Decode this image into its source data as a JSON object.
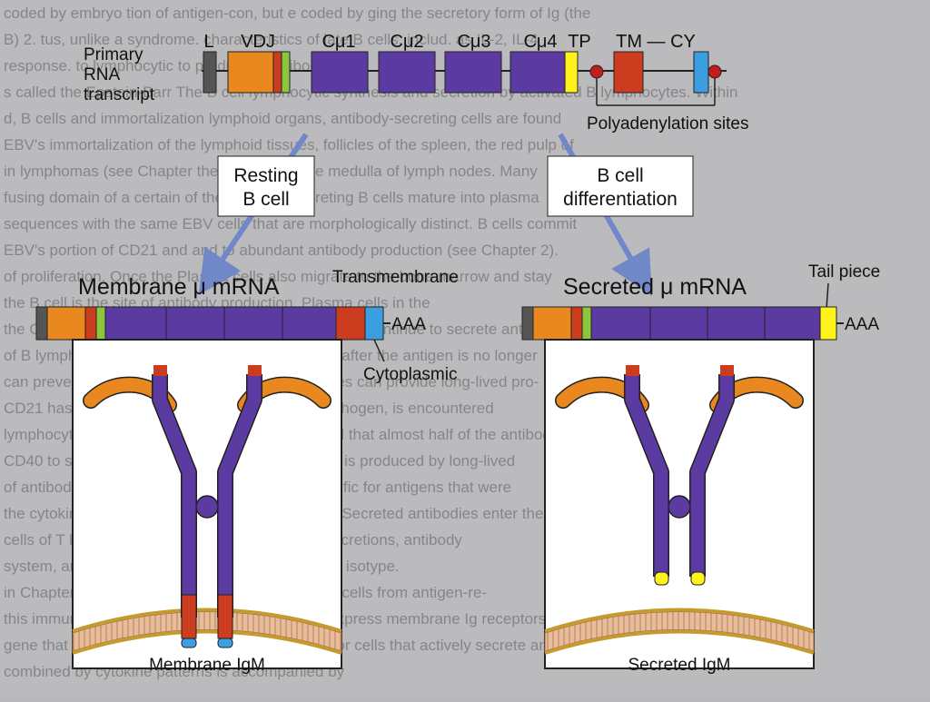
{
  "transcript": {
    "label_line1": "Primary",
    "label_line2": "RNA",
    "label_line3": "transcript",
    "segments": {
      "L": "L",
      "VDJ": "VDJ",
      "c1": "Cμ1",
      "c2": "Cμ2",
      "c3": "Cμ3",
      "c4": "Cμ4",
      "TP": "TP",
      "TM_CY": "TM — CY"
    },
    "polyadenylation_label": "Polyadenylation sites"
  },
  "pathways": {
    "resting_line1": "Resting",
    "resting_line2": "B cell",
    "differentiation_line1": "B cell",
    "differentiation_line2": "differentiation"
  },
  "membrane": {
    "mrna_title": "Membrane μ mRNA",
    "transmembrane_label": "Transmembrane",
    "cytoplasmic_label": "Cytoplasmic",
    "polya_label": "AAA",
    "igm_label": "Membrane IgM"
  },
  "secreted": {
    "mrna_title": "Secreted μ mRNA",
    "tailpiece_label": "Tail piece",
    "polya_label": "AAA",
    "igm_label": "Secreted IgM"
  },
  "background_text_lines": [
    "coded by embryo tion of antigen-con, but e coded by ging the secretory form of Ig (the",
    "B) 2. tus, unlike a syndrome. characteristics of late B cells, includ. as IL-2, IL-4",
    "response.                          to lymphocytic to produce a antibody syn-",
    "s called the Epstein-Barr        The B cell lymphocytic synthesis and secretion by activated B lymphocytes. Within",
    "d, B cells and immortalization   lymphoid organs, antibody-secreting cells are found",
    "EBV's immortalization of the     lymphoid tissues, follicles of the spleen, the red pulp of",
    "in lymphomas (see Chapter        the spleen and the medulla of lymph nodes. Many",
    "fusing domain of a certain       of the antibody-secreting B cells mature into plasma",
    "sequences with the same EBV      cells that are morphologically distinct. B cells commit",
    "EBV's portion of CD21 and         and to abundant antibody production (see Chapter 2).",
    "of proliferation. Once the       Plasma cells also migrate to the bone marrow and stay",
    "the B cell                        is the site of antibody production. Plasma cells in the",
    "the CD21 and EBV has specificity  bone marrow may continue to secrete antibodies for",
    "of B lymphocyte molecular         months or even years after the antigen is no longer",
    "can prevent survival and          present. These antibodies can provide long-lived pro-",
    "CD21 has the                      tection if the antigen, such as a pathogen, is encountered",
    "lymphocytes secrete a variety     later. It is estimated that almost half of the antibody in the",
    "CD40 to stimulate B cells         blood of a healthy adult is produced by long-lived",
    "of antibodies of different        plasma cells and is specific for antigens that were",
    "the cytokines previously          encountered in the past. Secreted antibodies enter the",
    "cells of T lymphocytes            circulation and mucosal secretions, antibody",
    "system, and have a                secreting cells do not change isotype.",
    "in Chapter 12. The role of        The differentiation of B cells from antigen-re-",
    "this immunity has produced        sponding cells that express membrane Ig receptors",
    "gene that various types of        for antigens into effector cells that actively secrete anti-",
    "combined by cytokine patterns     is accompanied by"
  ],
  "colors": {
    "purple": "#5b3aa1",
    "orange": "#e8881f",
    "red": "#cc3d1f",
    "green": "#8cc63f",
    "yellow": "#fff21a",
    "blue": "#3a9ee0",
    "membrane": "#e8bd9c"
  }
}
